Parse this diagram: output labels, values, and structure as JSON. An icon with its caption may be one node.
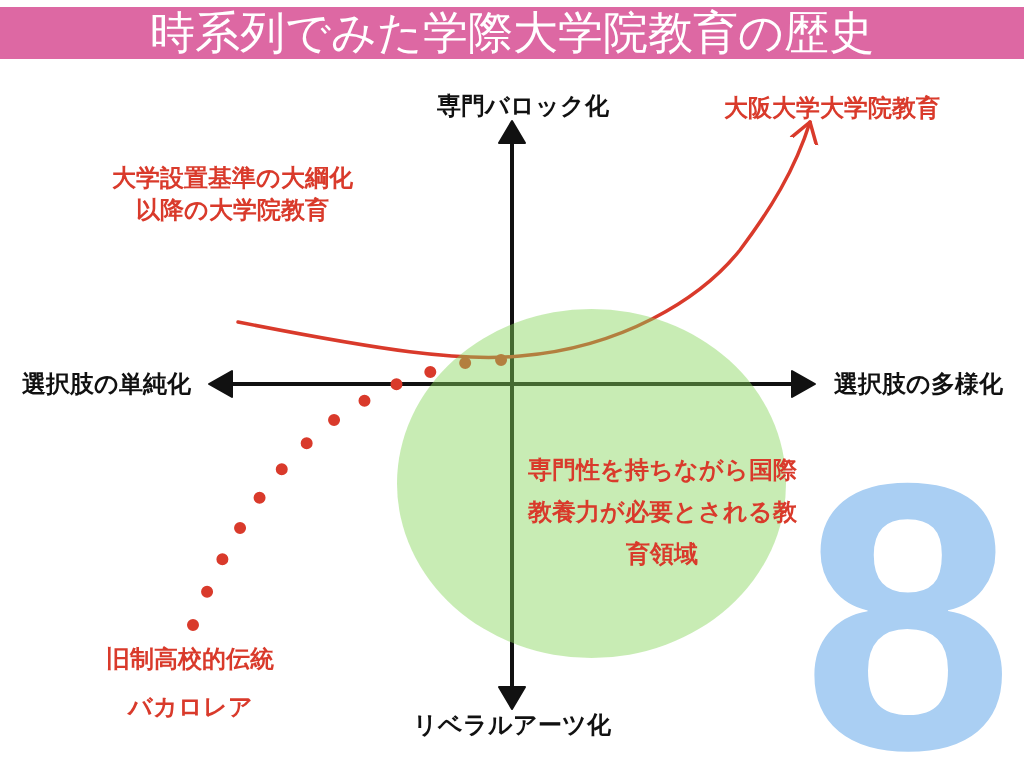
{
  "diagram": {
    "title": "時系列でみた学際大学院教育の歴史",
    "nodes": [
      {
        "text": [
          "専門性を持ちながら国際教養力が必要とされる教育領域"
        ]
      },
      {
        "text": [
          "大阪大学大学院教育"
        ]
      },
      {
        "text": [
          "旧制高校的伝統",
          "バカロレア"
        ]
      }
    ],
    "edges": [
      {
        "from": null,
        "to": 1,
        "arrow": "to"
      },
      {
        "from": 2,
        "to": 0,
        "arrow": "none",
        "style": "dashed"
      }
    ],
    "labels": [
      "専門バロック化",
      "大学設置基準の大綱化以降の大学院教育",
      "選択肢の単純化",
      "選択肢の多様化",
      "8",
      "リベラルアーツ化"
    ]
  }
}
